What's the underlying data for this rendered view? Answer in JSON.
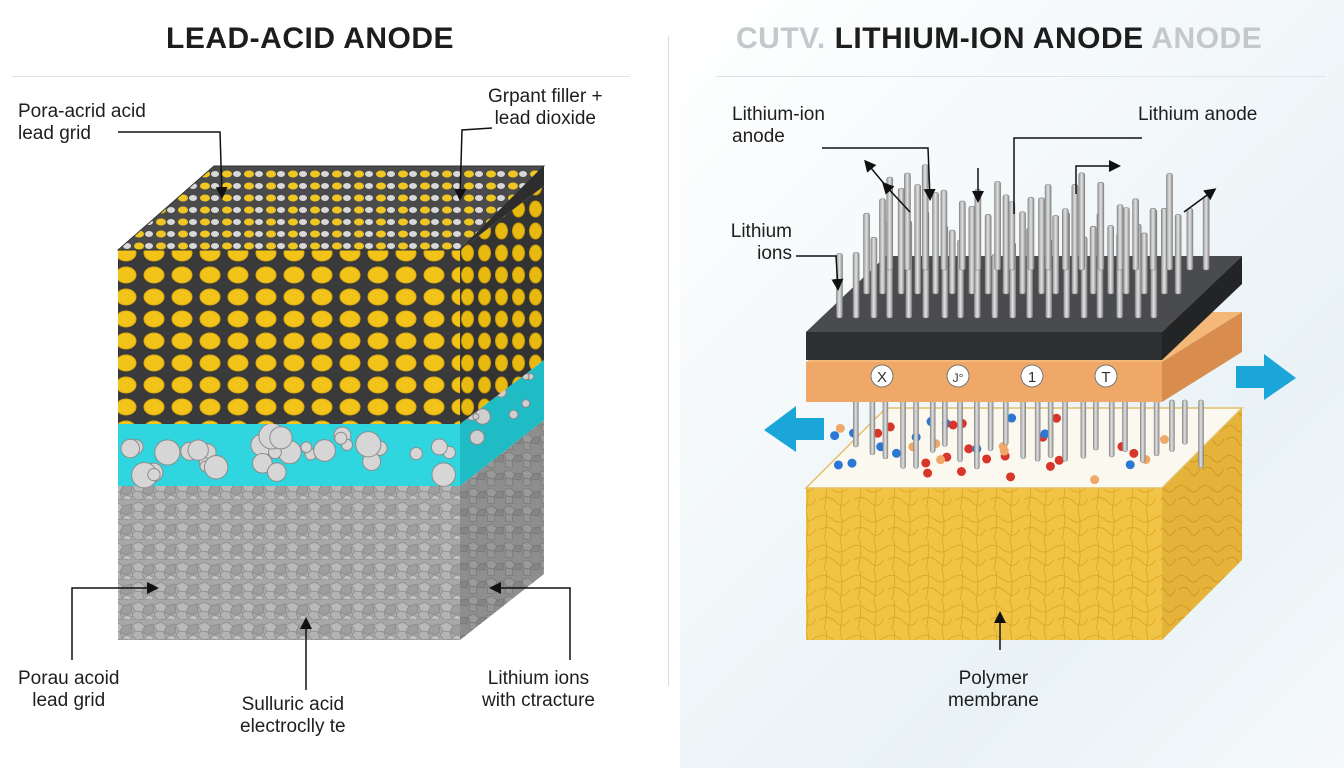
{
  "left_panel": {
    "title": "LEAD-ACID ANODE",
    "labels": {
      "top_left_line1": "Pora-acrid acid",
      "top_left_line2": "lead grid",
      "top_right_line1": "Grpant filler +",
      "top_right_line2": "lead dioxide",
      "bottom_left_line1": "Porau acoid",
      "bottom_left_line2": "lead grid",
      "bottom_center_line1": "Sulluric acid",
      "bottom_center_line2": "electroclly te",
      "bottom_right_line1": "Lithium ions",
      "bottom_right_line2": "with ctracture"
    }
  },
  "right_panel": {
    "title_prefix": "CUTV.",
    "title_main": "LITHIUM-ION ANODE",
    "title_suffix": "ANODE",
    "labels": {
      "top_left_line1": "Lithium-ion",
      "top_left_line2": "anode",
      "top_right": "Lithium anode",
      "mid_left_line1": "Lithium",
      "mid_left_line2": "ions",
      "bottom_line1": "Polymer",
      "bottom_line2": "membrane"
    },
    "separator_marks": [
      "X",
      "J°",
      "1",
      "T"
    ]
  },
  "colors": {
    "yellow_particle": "#f2c419",
    "dark_matrix": "#3b3b3b",
    "cyan_electrolyte": "#28d2dc",
    "gray_grid": "#a9a9a9",
    "dark_plate": "#3a3b3d",
    "orange_separator": "#f0a868",
    "yellow_membrane": "#f2c445",
    "arrow_blue": "#1aa6d8",
    "ion_red": "#d9362b",
    "ion_blue": "#2b78d4"
  }
}
